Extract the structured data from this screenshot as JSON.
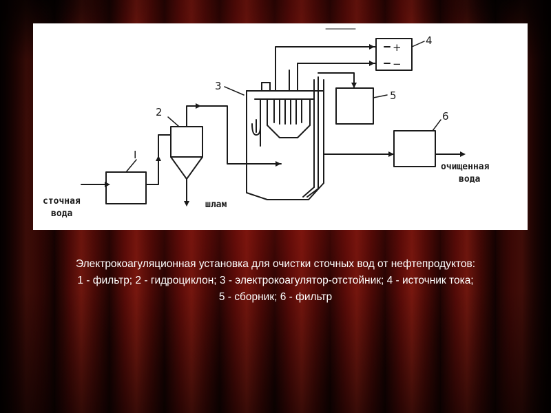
{
  "diagram": {
    "numbers": {
      "n1": "I",
      "n2": "2",
      "n3": "3",
      "n4": "4",
      "n5": "5",
      "n6": "6"
    },
    "power_plus": "+",
    "power_minus": "−",
    "inlet_label_line1": "сточная",
    "inlet_label_line2": "вода",
    "sludge_label": "шлам",
    "outlet_label_line1": "очищенная",
    "outlet_label_line2": "вода",
    "colors": {
      "background": "#ffffff",
      "line": "#1a1a1a"
    }
  },
  "caption": {
    "line1": "Электрокоагуляционная установка для очистки сточных вод от нефтепродуктов:",
    "line2": "1 - фильтр; 2 - гидроциклон; 3 - электрокоагулятор-отстойник; 4 - источник тока;",
    "line3": "5 - сборник; 6 - фильтр",
    "color": "#ffffff"
  },
  "theme": {
    "background": "dark red theater curtain",
    "curtain_color": "#6e140c"
  }
}
